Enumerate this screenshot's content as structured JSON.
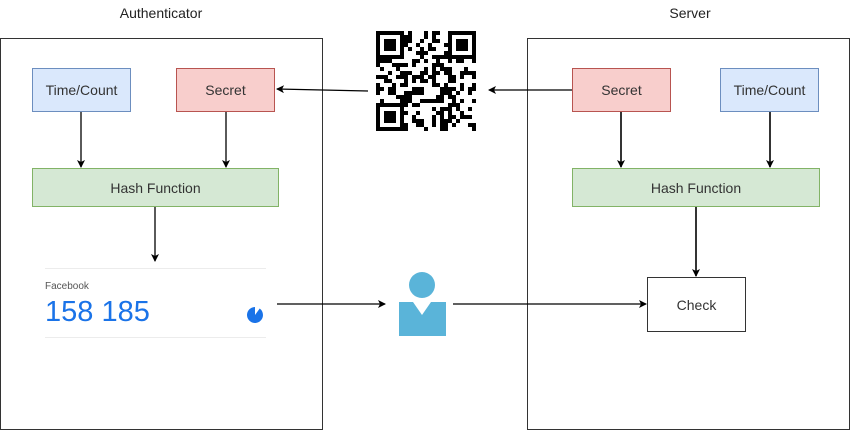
{
  "authenticator": {
    "title": "Authenticator",
    "time_count": "Time/Count",
    "secret": "Secret",
    "hash_function": "Hash Function",
    "otp_card": {
      "account": "Facebook",
      "code": "158 185",
      "timer_elapsed_fraction": 0.1,
      "accent_color": "#1a73e8"
    }
  },
  "server": {
    "title": "Server",
    "secret": "Secret",
    "time_count": "Time/Count",
    "hash_function": "Hash Function",
    "check": "Check"
  },
  "shared": {
    "qr_code": "qr-code",
    "user": "user"
  },
  "colors": {
    "time_fill": "#dae8fc",
    "time_stroke": "#6c8ebf",
    "secret_fill": "#f8cecc",
    "secret_stroke": "#b85450",
    "hash_fill": "#d5e8d4",
    "hash_stroke": "#82b366",
    "user_icon": "#5ab4d9"
  }
}
